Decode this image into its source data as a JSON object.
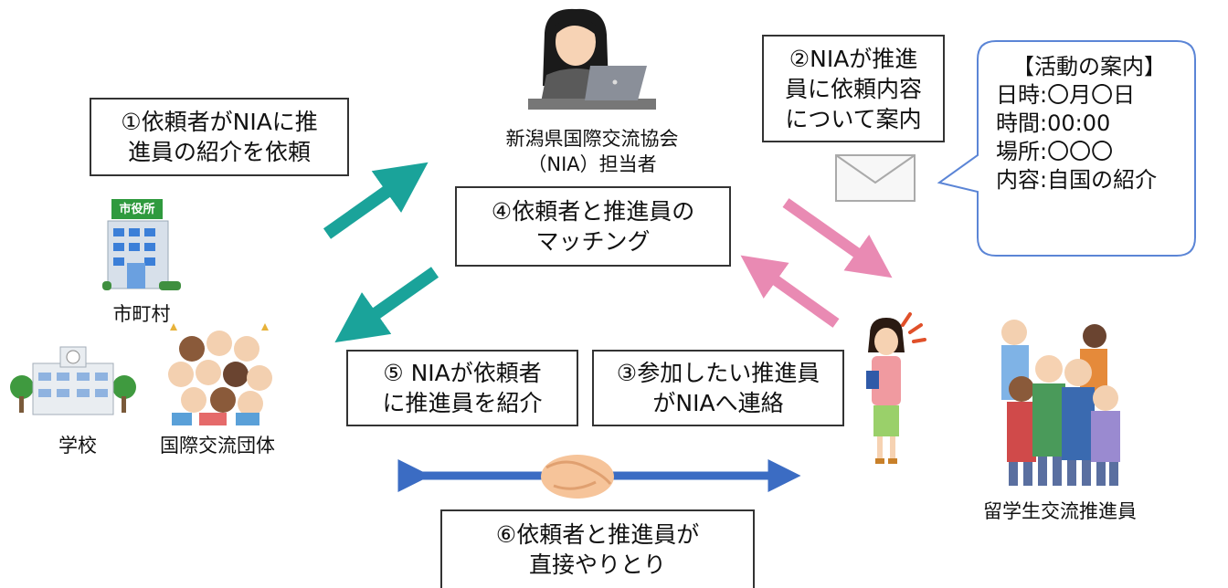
{
  "step1": [
    "①依頼者がNIAに推",
    "進員の紹介を依頼"
  ],
  "step2": [
    "②NIAが推進",
    "員に依頼内容",
    "について案内"
  ],
  "step3": [
    "③参加したい推進員",
    "がNIAへ連絡"
  ],
  "step4": [
    "④依頼者と推進員の",
    "マッチング"
  ],
  "step5": [
    "⑤ NIAが依頼者",
    "に推進員を紹介"
  ],
  "step6": [
    "⑥依頼者と推進員が",
    "直接やりとり"
  ],
  "nia_label": [
    "新潟県国際交流協会",
    "（NIA）担当者"
  ],
  "city_sign": "市役所",
  "city_label": "市町村",
  "school_label": "学校",
  "org_label": "国際交流団体",
  "students_label": "留学生交流推進員",
  "notice": {
    "title": "【活動の案内】",
    "lines": [
      "日時:〇月〇日",
      "時間:00:00",
      "場所:〇〇〇",
      "内容:自国の紹介"
    ]
  },
  "colors": {
    "teal": "#1aa39a",
    "pink": "#e98ab3",
    "blue": "#3b6cc3"
  }
}
